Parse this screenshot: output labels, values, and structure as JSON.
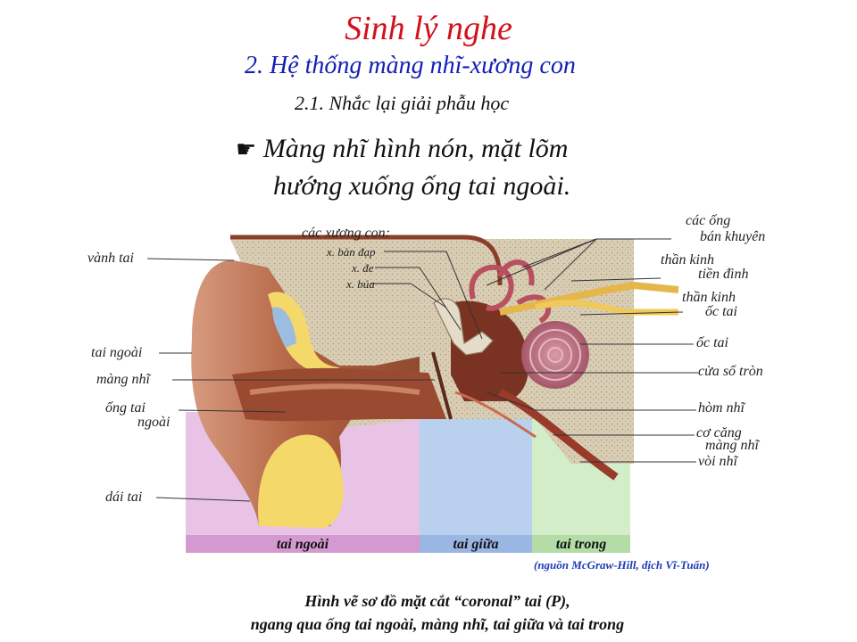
{
  "slide": {
    "title": "Sinh lý nghe",
    "subtitle": "2. Hệ thống màng nhĩ-xương con",
    "section": "2.1. Nhắc lại giải phẫu học",
    "bullet_icon": "pointing-hand-icon",
    "bullet_line1": "Màng nhĩ hình nón, mặt lõm",
    "bullet_line2": "hướng xuống ống tai ngoài.",
    "source": "(nguồn McGraw-Hill, dịch Vĩ-Tuấn)",
    "caption_line1": "Hình vẽ sơ đồ mặt cắt “coronal” tai (P),",
    "caption_line2": "ngang qua ống tai ngoài, màng nhĩ, tai giữa và tai trong"
  },
  "diagram": {
    "left_labels": {
      "vanh_tai": "vành tai",
      "tai_ngoai": "tai ngoài",
      "mang_nhi": "màng nhĩ",
      "ong_tai_1": "ống tai",
      "ong_tai_2": "ngoài",
      "dai_tai": "dái tai"
    },
    "ossicle_labels": {
      "header": "các xương con:",
      "ban_dap": "x. bàn đạp",
      "de": "x. đe",
      "bua": "x. búa"
    },
    "right_labels": {
      "ong_ban_khuyen_1": "các ống",
      "ong_ban_khuyen_2": "bán khuyên",
      "tk_tien_dinh_1": "thần kinh",
      "tk_tien_dinh_2": "tiền đình",
      "tk_oc_tai_1": "thần kinh",
      "tk_oc_tai_2": "ốc tai",
      "oc_tai": "ốc tai",
      "cua_so_tron": "cửa sổ tròn",
      "hom_nhi": "hòm nhĩ",
      "co_cang_1": "cơ căng",
      "co_cang_2": "màng nhĩ",
      "voi_nhi": "vòi nhĩ"
    },
    "regions": {
      "outer": "tai ngoài",
      "middle": "tai giữa",
      "inner": "tai trong"
    },
    "colors": {
      "title": "#d4101a",
      "subtitle": "#1420b4",
      "source": "#1e3cb4",
      "region_outer": "#e8c3e6",
      "region_middle": "#b9d0ee",
      "region_inner": "#d3edc9",
      "bone": "#d9cdb4",
      "skin": "#b86a4e",
      "fat": "#f4d86a"
    }
  }
}
